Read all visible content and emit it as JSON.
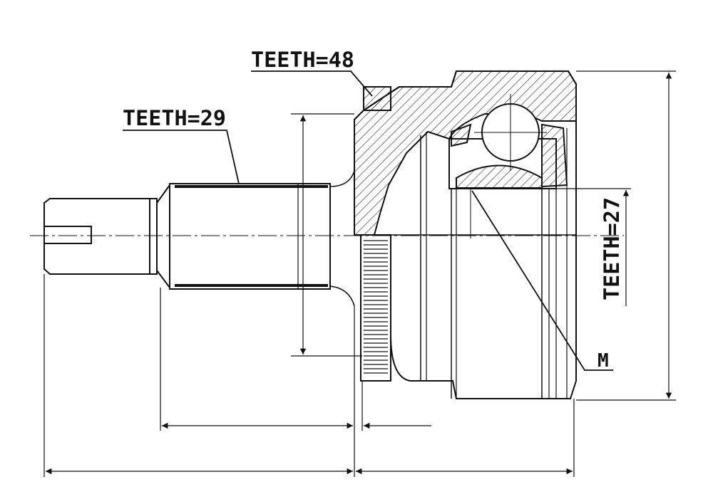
{
  "labels": {
    "spline_outer": "TEETH=29",
    "abs_ring": "TEETH=48",
    "spline_inner": "TEETH=27",
    "marker": "M"
  },
  "colors": {
    "line": "#111111",
    "background": "#ffffff",
    "hatch": "#333333"
  }
}
